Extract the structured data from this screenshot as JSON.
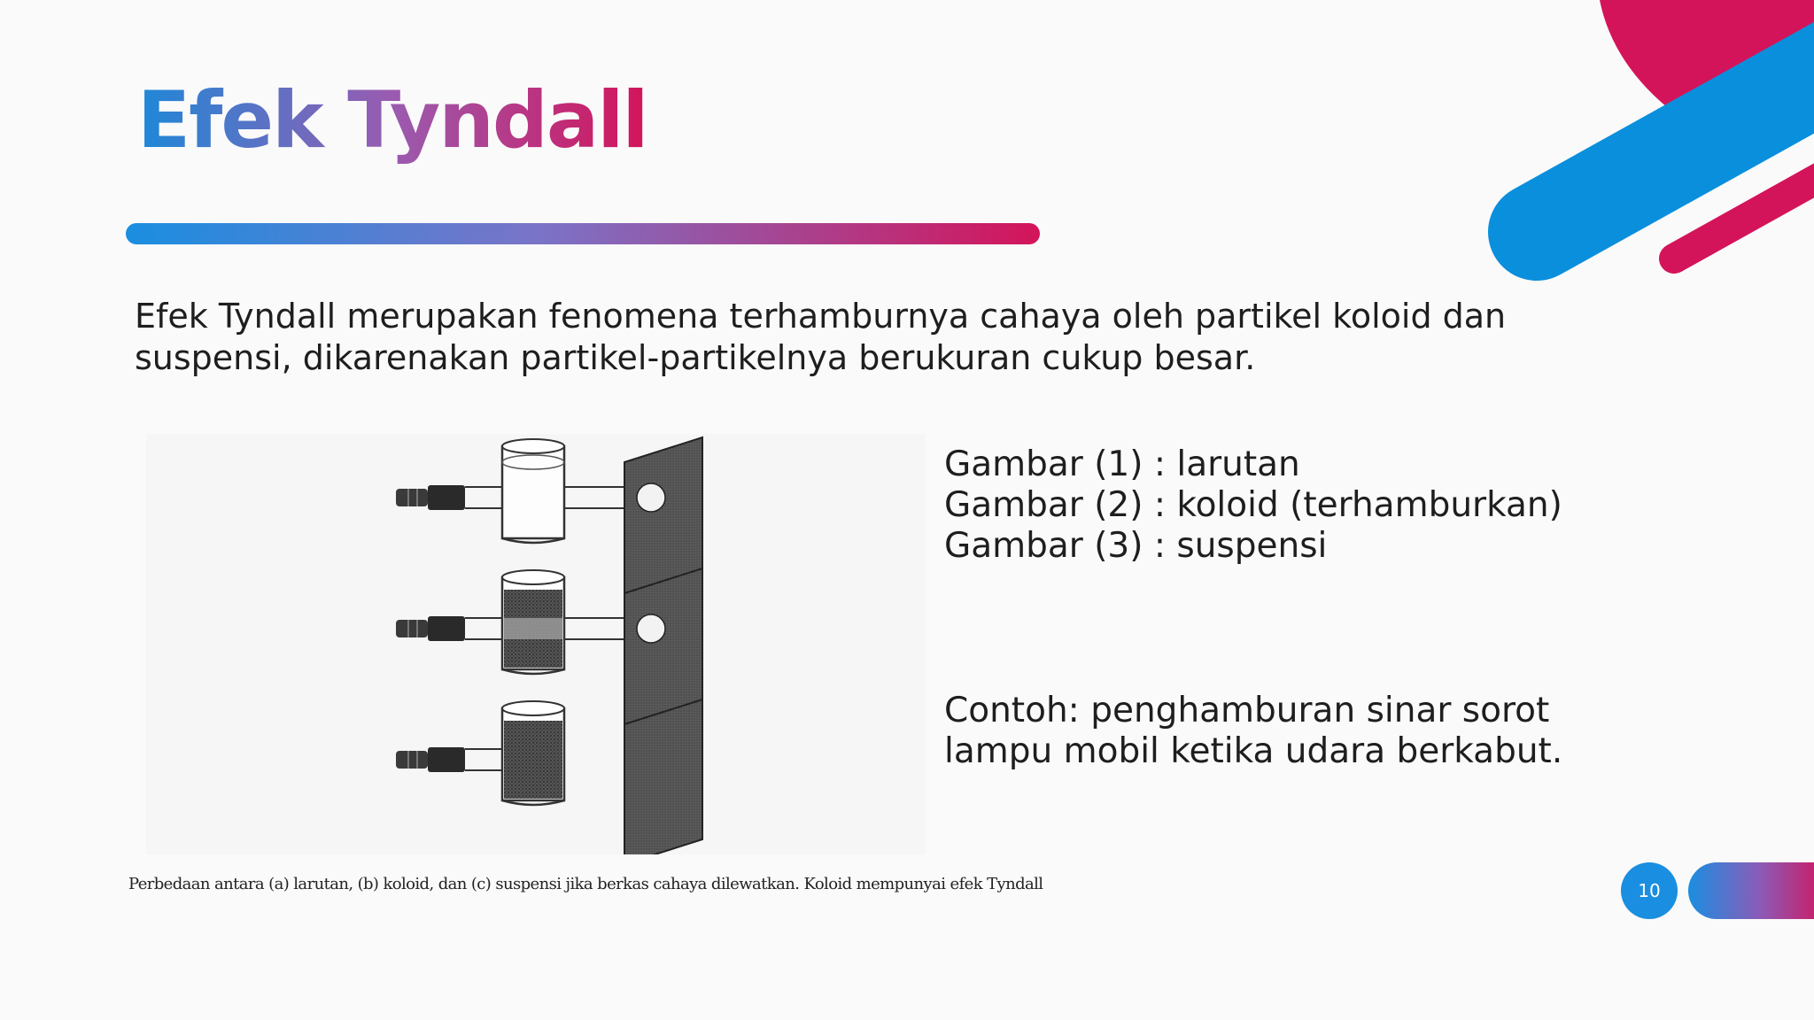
{
  "slide": {
    "title": "Efek Tyndall",
    "intro_lines": [
      "Efek Tyndall merupakan fenomena terhamburnya cahaya oleh partikel koloid dan",
      "suspensi, dikarenakan partikel-partikelnya berukuran cukup besar."
    ],
    "legend": [
      "Gambar (1) : larutan",
      "Gambar (2) : koloid (terhamburkan)",
      "Gambar (3) : suspensi"
    ],
    "example_lines": [
      "Contoh: penghamburan sinar sorot",
      "lampu mobil ketika udara berkabut."
    ],
    "figure_caption": "Perbedaan antara (a) larutan, (b) koloid, dan (c) suspensi jika berkas cahaya dilewatkan. Koloid mempunyai efek Tyndall",
    "page_number": "10"
  },
  "colors": {
    "brand_blue": "#1a8ee0",
    "brand_magenta": "#d4145a",
    "brand_purple": "#9a5bb0"
  },
  "figure": {
    "rows": [
      {
        "content": "clear",
        "beam_through": true,
        "spot_on_screen": true
      },
      {
        "content": "colloid",
        "beam_through": true,
        "spot_on_screen": true
      },
      {
        "content": "suspension",
        "beam_through": false,
        "spot_on_screen": false
      }
    ]
  }
}
